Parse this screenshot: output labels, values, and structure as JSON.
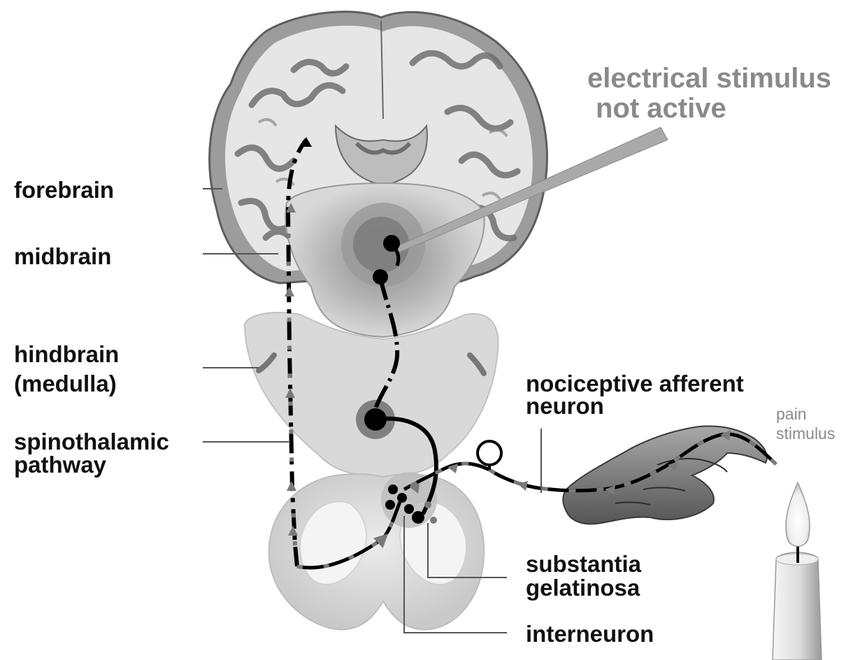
{
  "labels": {
    "forebrain": "forebrain",
    "midbrain": "midbrain",
    "hindbrain_line1": "hindbrain",
    "hindbrain_line2": "(medulla)",
    "spinothalamic_line1": "spinothalamic",
    "spinothalamic_line2": "pathway",
    "nociceptive_line1": "nociceptive afferent",
    "nociceptive_line2": "neuron",
    "substantia_line1": "substantia",
    "substantia_line2": "gelatinosa",
    "interneuron": "interneuron",
    "electrical_line1": "electrical stimulus",
    "electrical_line2": "not active",
    "pain_line1": "pain",
    "pain_line2": "stimulus"
  },
  "colors": {
    "label_text": "#111111",
    "annotation_grey": "#8a8a8a",
    "pathway_black": "#000000",
    "pathway_grey": "#7a7a7a"
  },
  "icons": [
    "brain-cross-section-icon",
    "midbrain-section-icon",
    "medulla-section-icon",
    "spinal-cord-section-icon",
    "hand-icon",
    "candle-icon",
    "electrode-icon"
  ]
}
